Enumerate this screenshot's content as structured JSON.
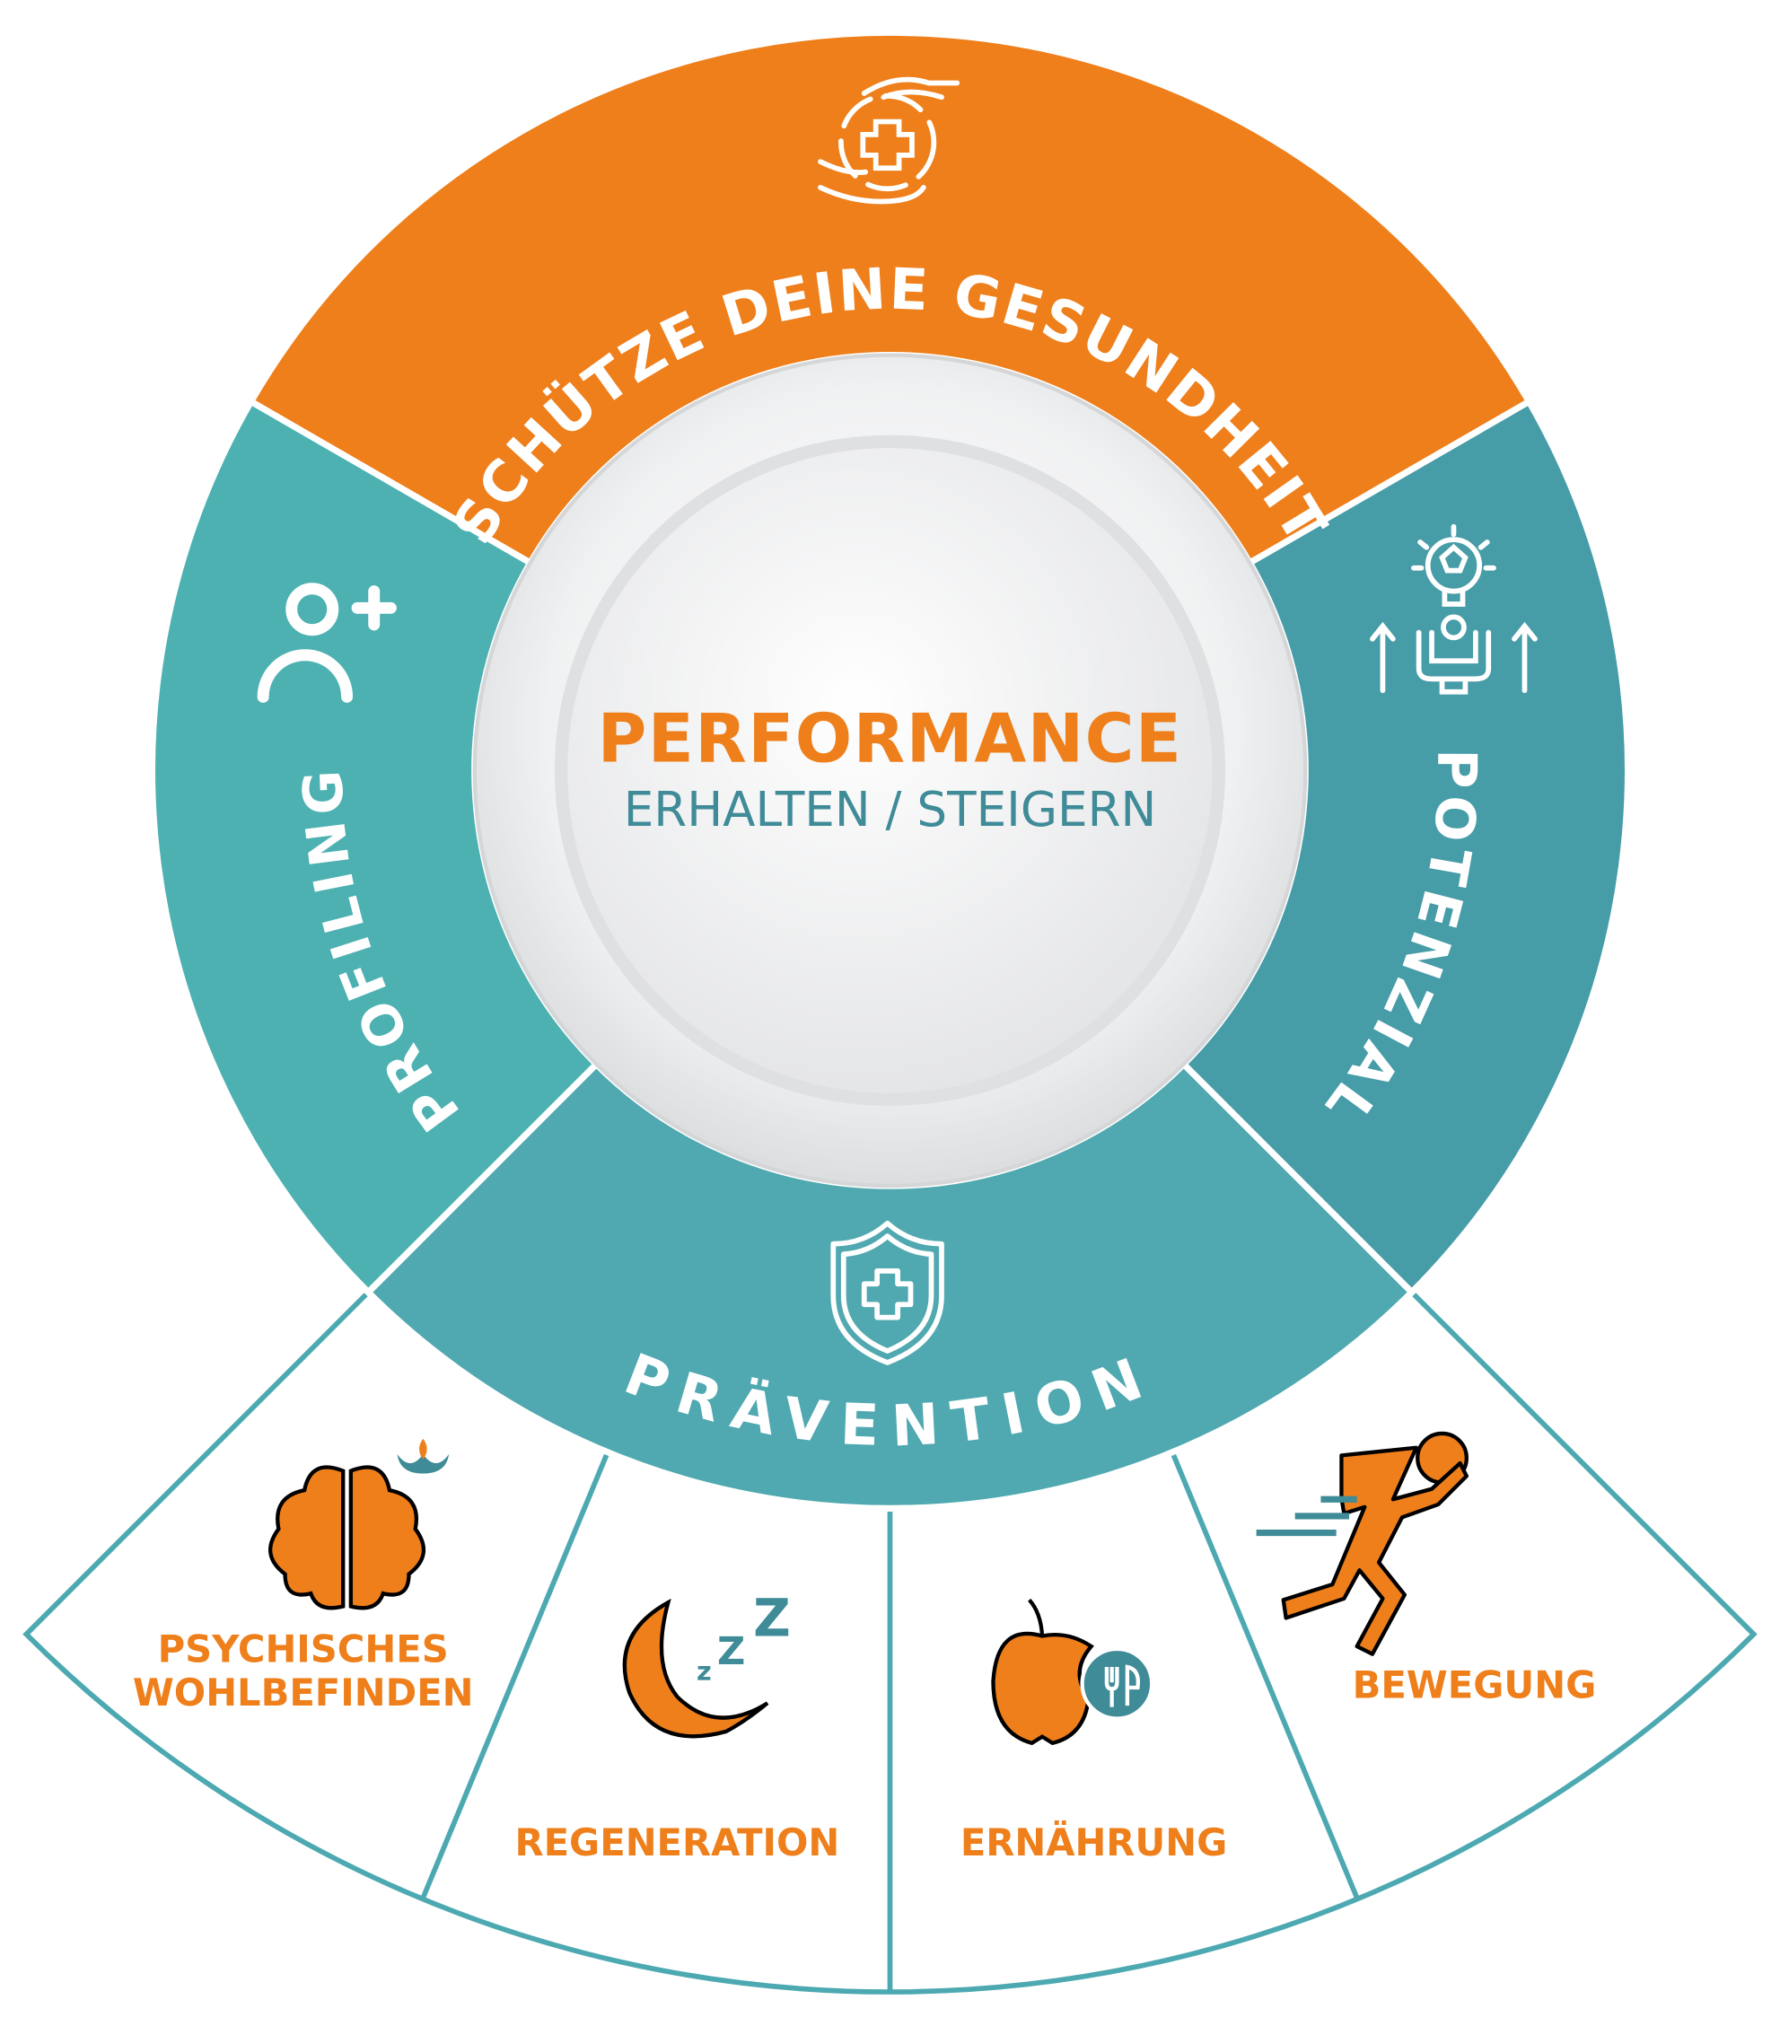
{
  "center": {
    "title": "PERFORMANCE",
    "subtitle": "ERHALTEN / STEIGERN"
  },
  "segments": {
    "top": {
      "label": "SCHÜTZE DEINE GESUNDHEIT",
      "icon": "hands-medical-cross-icon",
      "color": "#ee7f1b"
    },
    "left": {
      "label": "PROFILING",
      "icon": "add-person-icon",
      "color": "#4db1b2"
    },
    "right": {
      "label": "POTENZIAL",
      "icon": "lightbulb-growth-icon",
      "color": "#469ca7"
    },
    "bottom": {
      "label": "PRÄVENTION",
      "icon": "shield-medical-cross-icon",
      "color": "#50a9b0"
    }
  },
  "prevention_areas": [
    {
      "line1": "PSYCHISCHES",
      "line2": "WOHLBEFINDEN",
      "icon": "brain-lotus-icon"
    },
    {
      "label": "REGENERATION",
      "icon": "moon-sleep-icon"
    },
    {
      "label": "ERNÄHRUNG",
      "icon": "apple-cutlery-icon"
    },
    {
      "label": "BEWEGUNG",
      "icon": "running-person-icon"
    }
  ],
  "colors": {
    "orange": "#ee7f1b",
    "teal": "#4da9b1",
    "teal_dark": "#3f8b98",
    "center_gray": "#e6e7e8"
  }
}
